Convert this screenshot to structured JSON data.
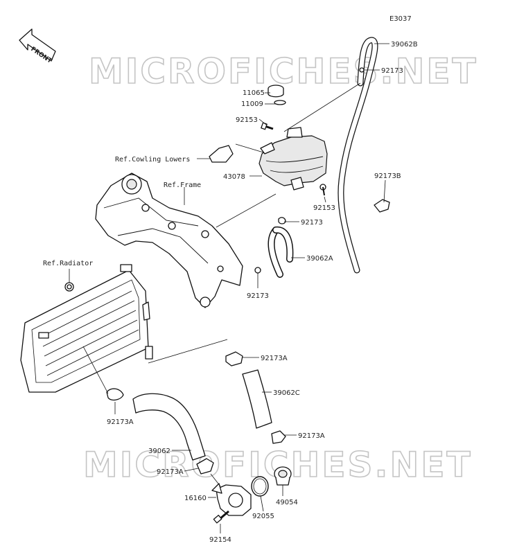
{
  "diagram": {
    "code": "E3037",
    "watermark": "MICROFICHES.NET",
    "front_label": "FRONT",
    "references": {
      "cowling": "Ref.Cowling Lowers",
      "frame": "Ref.Frame",
      "radiator": "Ref.Radiator"
    },
    "parts": {
      "p39062B": "39062B",
      "p92173_top": "92173",
      "p11065": "11065",
      "p11009": "11009",
      "p92153_top": "92153",
      "p43078": "43078",
      "p92173B": "92173B",
      "p92153_right": "92153",
      "p92173_mid": "92173",
      "p39062A": "39062A",
      "p92173_low": "92173",
      "p92173A_1": "92173A",
      "p39062C": "39062C",
      "p92173A_2": "92173A",
      "p92173A_3": "92173A",
      "p39062": "39062",
      "p92173A_4": "92173A",
      "p16160": "16160",
      "p92055": "92055",
      "p49054": "49054",
      "p92154": "92154"
    }
  }
}
